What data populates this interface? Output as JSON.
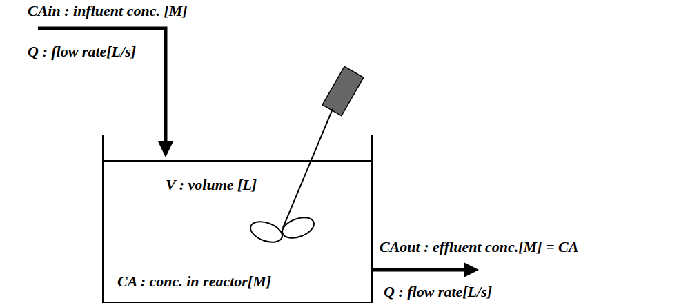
{
  "diagram": {
    "nodes": [
      {
        "text": [
          "V : volume [L]",
          "CA : conc. in reactor[M]"
        ]
      }
    ],
    "labels": [
      "CAin : influent conc. [M]",
      "Q : flow rate[L/s]",
      "CAout : effluent conc.[M] = CA",
      "Q : flow rate[L/s]"
    ]
  }
}
